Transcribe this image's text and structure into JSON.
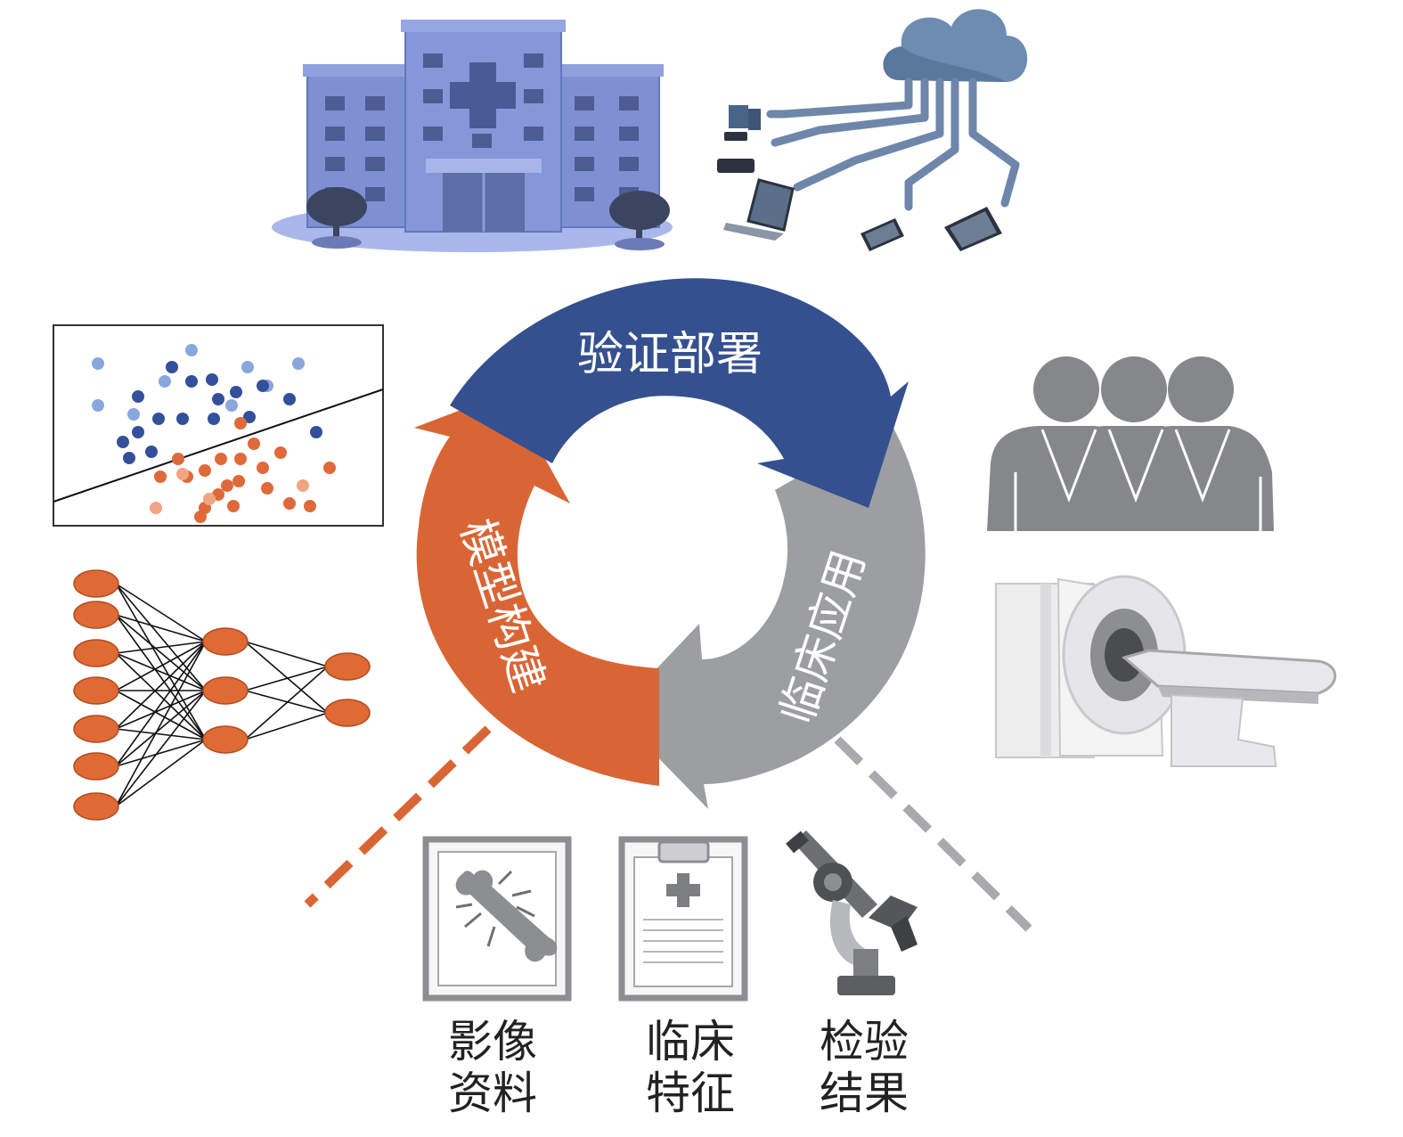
{
  "cycle": {
    "validate_deploy": "验证部署",
    "clinical_application": "临床应用",
    "model_building": "模型构建"
  },
  "data_sources": [
    {
      "line1": "影像",
      "line2": "资料",
      "icon": "xray-bone-icon"
    },
    {
      "line1": "临床",
      "line2": "特征",
      "icon": "clipboard-medical-icon"
    },
    {
      "line1": "检验",
      "line2": "结果",
      "icon": "microscope-icon"
    }
  ],
  "colors": {
    "blue": "#35508f",
    "orange": "#d96535",
    "gray": "#9c9ea2",
    "hospital": "#7e90d2",
    "cloud": "#5e7ea3"
  }
}
